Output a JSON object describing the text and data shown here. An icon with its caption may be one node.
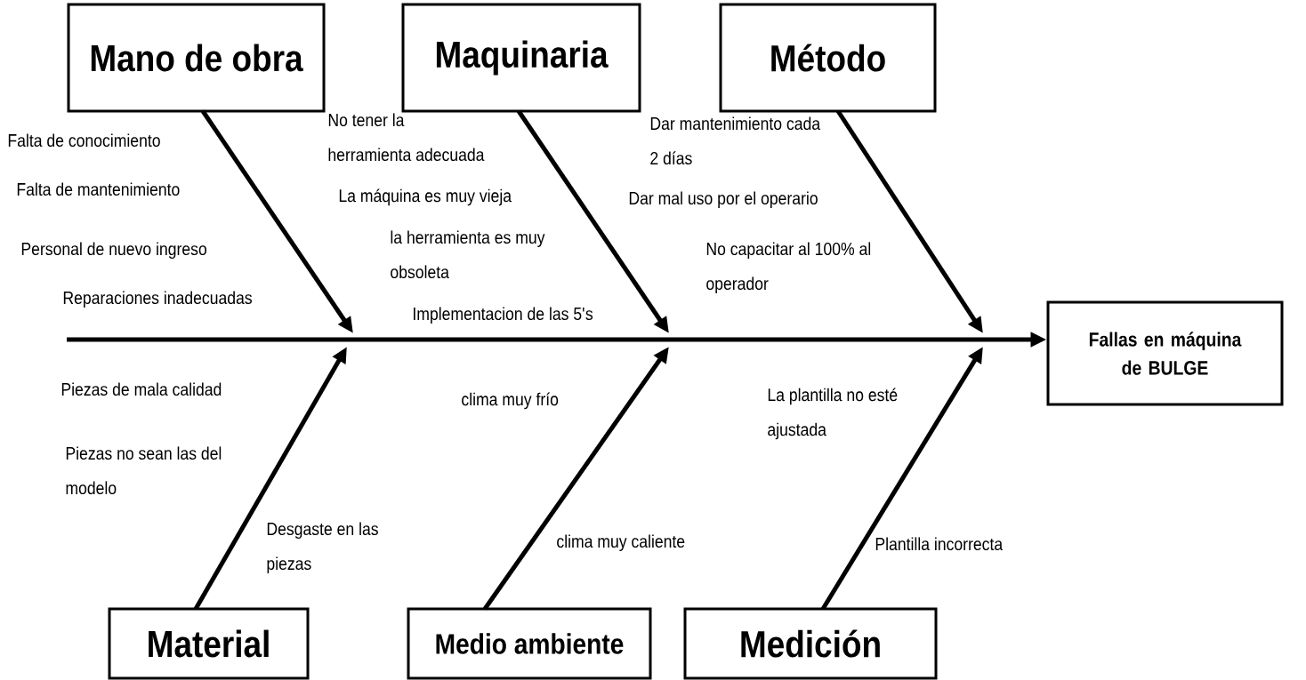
{
  "diagram": {
    "nodes": [
      {
        "text": [
          "Mano de obra"
        ]
      },
      {
        "text": [
          "Maquinaria"
        ]
      },
      {
        "text": [
          "Método"
        ]
      },
      {
        "text": [
          "Material"
        ]
      },
      {
        "text": [
          "Medio ambiente"
        ]
      },
      {
        "text": [
          "Medición"
        ]
      },
      {
        "text": [
          "Fallas en máquina de BULGE"
        ]
      }
    ],
    "edges": [
      {
        "from": 0,
        "to": null,
        "arrow": "to"
      },
      {
        "from": 1,
        "to": null,
        "arrow": "to"
      },
      {
        "from": 2,
        "to": null,
        "arrow": "to"
      },
      {
        "from": 3,
        "to": null,
        "arrow": "to"
      },
      {
        "from": 4,
        "to": null,
        "arrow": "to"
      },
      {
        "from": 5,
        "to": null,
        "arrow": "to"
      },
      {
        "from": null,
        "to": 6,
        "arrow": "to"
      }
    ],
    "labels": [
      "Falta de conocimiento",
      "No tener la herramienta adecuada",
      "Dar mantenimiento cada 2 días",
      "Falta de mantenimiento",
      "La máquina es muy vieja",
      "Dar mal uso por el operario",
      "Personal de nuevo ingreso",
      "la herramienta es muy obsoleta",
      "No capacitar al 100% al operador",
      "Reparaciones inadecuadas",
      "Implementacion de las 5's",
      "Piezas de mala calidad",
      "clima muy frío",
      "La plantilla no esté ajustada",
      "Piezas no sean las del modelo",
      "Desgaste en las piezas",
      "clima muy caliente",
      "Plantilla incorrecta"
    ]
  }
}
